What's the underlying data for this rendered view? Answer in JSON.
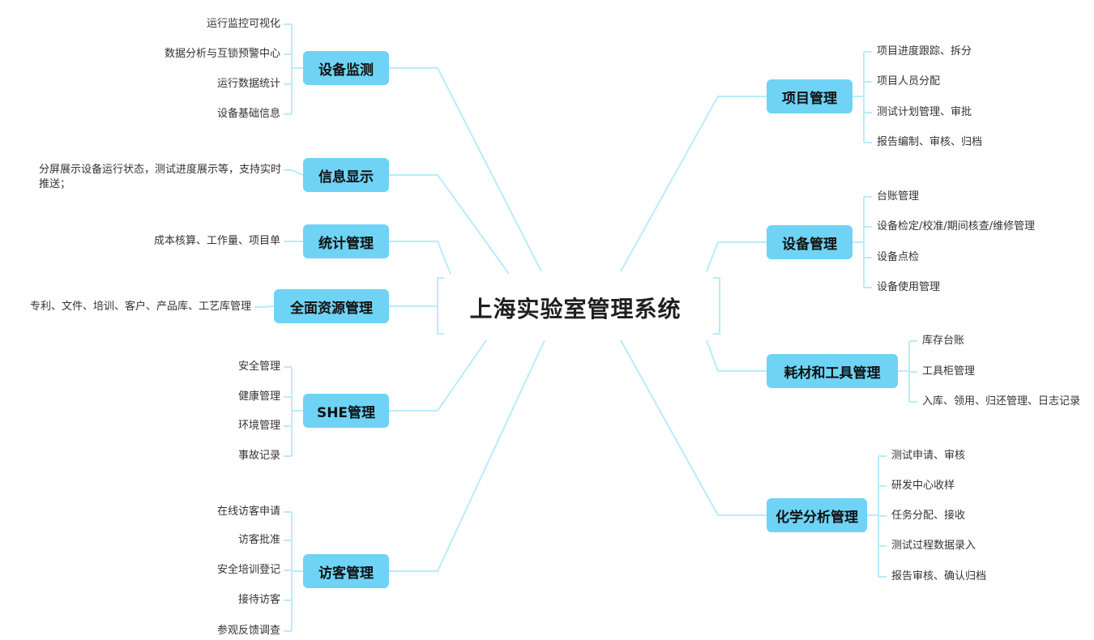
{
  "center": "上海实验室管理系统",
  "left": [
    {
      "label": "设备监测",
      "children": [
        "运行监控可视化",
        "数据分析与互锁预警中心",
        "运行数据统计",
        "设备基础信息"
      ]
    },
    {
      "label": "信息显示",
      "children": [
        "分屏展示设备运行状态，测试进度展示等，支持实时推送；"
      ]
    },
    {
      "label": "统计管理",
      "children": [
        "成本核算、工作量、项目单"
      ]
    },
    {
      "label": "全面资源管理",
      "children": [
        "专利、文件、培训、客户、产品库、工艺库管理"
      ]
    },
    {
      "label": "SHE管理",
      "children": [
        "安全管理",
        "健康管理",
        "环境管理",
        "事故记录"
      ]
    },
    {
      "label": "访客管理",
      "children": [
        "在线访客申请",
        "访客批准",
        "安全培训登记",
        "接待访客",
        "参观反馈调查"
      ]
    }
  ],
  "right": [
    {
      "label": "项目管理",
      "children": [
        "项目进度跟踪、拆分",
        "项目人员分配",
        "测试计划管理、审批",
        "报告编制、审核、归档"
      ]
    },
    {
      "label": "设备管理",
      "children": [
        "台账管理",
        "设备检定/校准/期间核查/维修管理",
        "设备点检",
        "设备使用管理"
      ]
    },
    {
      "label": "耗材和工具管理",
      "children": [
        "库存台账",
        "工具柜管理",
        "入库、领用、归还管理、日志记录"
      ]
    },
    {
      "label": "化学分析管理",
      "children": [
        "测试申请、审核",
        "研发中心收样",
        "任务分配、接收",
        "测试过程数据录入",
        "报告审核、确认归档"
      ]
    }
  ],
  "colors": {
    "node": "#6fd3f5",
    "line": "#b9ecfb",
    "text": "#333333"
  }
}
